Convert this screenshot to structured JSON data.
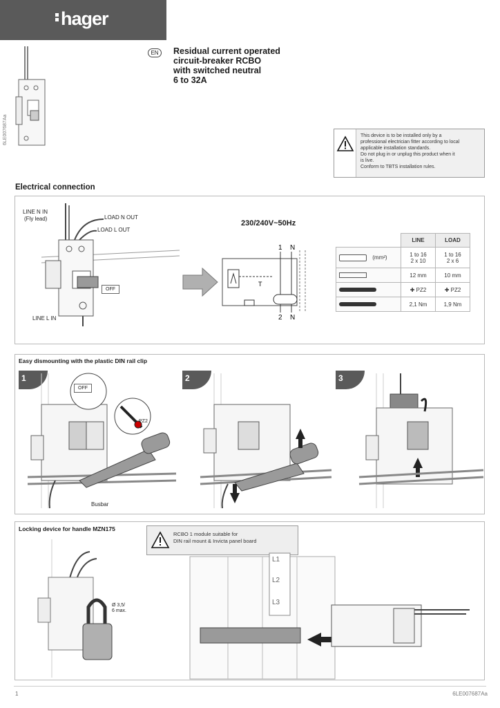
{
  "brand": {
    "name": "hager"
  },
  "language_badge": "EN",
  "title_lines": [
    "Residual current operated",
    "circuit-breaker RCBO",
    "with switched neutral",
    "6 to 32A"
  ],
  "doc_code": "6LE007687Aa",
  "warning": {
    "icon": "warning-triangle-icon",
    "text_lines": [
      "This device is to be installed only by a",
      "professional electrician fitter according to local",
      "applicable installation standards.",
      "Do not plug in or unplug this product when it",
      "is live.",
      "Conform to TBTS installation rules."
    ]
  },
  "electrical_connection": {
    "title": "Electrical connection",
    "labels": {
      "line_n_in": "LINE N IN",
      "fly_lead": "(Fly lead)",
      "load_n_out": "LOAD N OUT",
      "load_l_out": "LOAD L OUT",
      "line_l_in": "LINE L IN",
      "off": "OFF"
    },
    "spec": "230/240V~50Hz",
    "schematic": {
      "top_1": "1",
      "top_n": "N",
      "bottom_2": "2",
      "bottom_n": "N",
      "test_t": "T"
    },
    "table": {
      "headers": [
        "LINE",
        "LOAD"
      ],
      "rows": [
        {
          "tool": "cable-section-icon",
          "unit": "(mm²)",
          "line": [
            "1 to 16",
            "2 x 10"
          ],
          "load": [
            "1 to 16",
            "2 x 6"
          ]
        },
        {
          "tool": "strip-length-icon",
          "unit": "",
          "line": [
            "12 mm"
          ],
          "load": [
            "10 mm"
          ]
        },
        {
          "tool": "screwdriver-icon",
          "unit": "",
          "line": [
            "PZ2"
          ],
          "load": [
            "PZ2"
          ]
        },
        {
          "tool": "torque-icon",
          "unit": "",
          "line": [
            "2,1 Nm"
          ],
          "load": [
            "1,9 Nm"
          ]
        }
      ]
    }
  },
  "dismounting": {
    "title": "Easy dismounting with the plastic DIN rail clip",
    "steps": [
      "1",
      "2",
      "3"
    ],
    "off_label": "OFF",
    "pz_label": "PZ2",
    "busbar_label": "Busbar"
  },
  "locking": {
    "title": "Locking device for handle MZN175",
    "warning_lines": [
      "RCBO 1 module suitable for",
      "DIN rail mount & Invicta panel board"
    ],
    "padlock_lines": [
      "Ø 3,5/",
      "6 max."
    ],
    "phase_labels": [
      "L1",
      "L2",
      "L3"
    ]
  },
  "footer": {
    "page": "1",
    "code": "6LE007687Aa"
  },
  "colors": {
    "header_band": "#5a5a5a",
    "panel_border": "#b8b8b8",
    "arrow_gray": "#a8a8a8"
  }
}
